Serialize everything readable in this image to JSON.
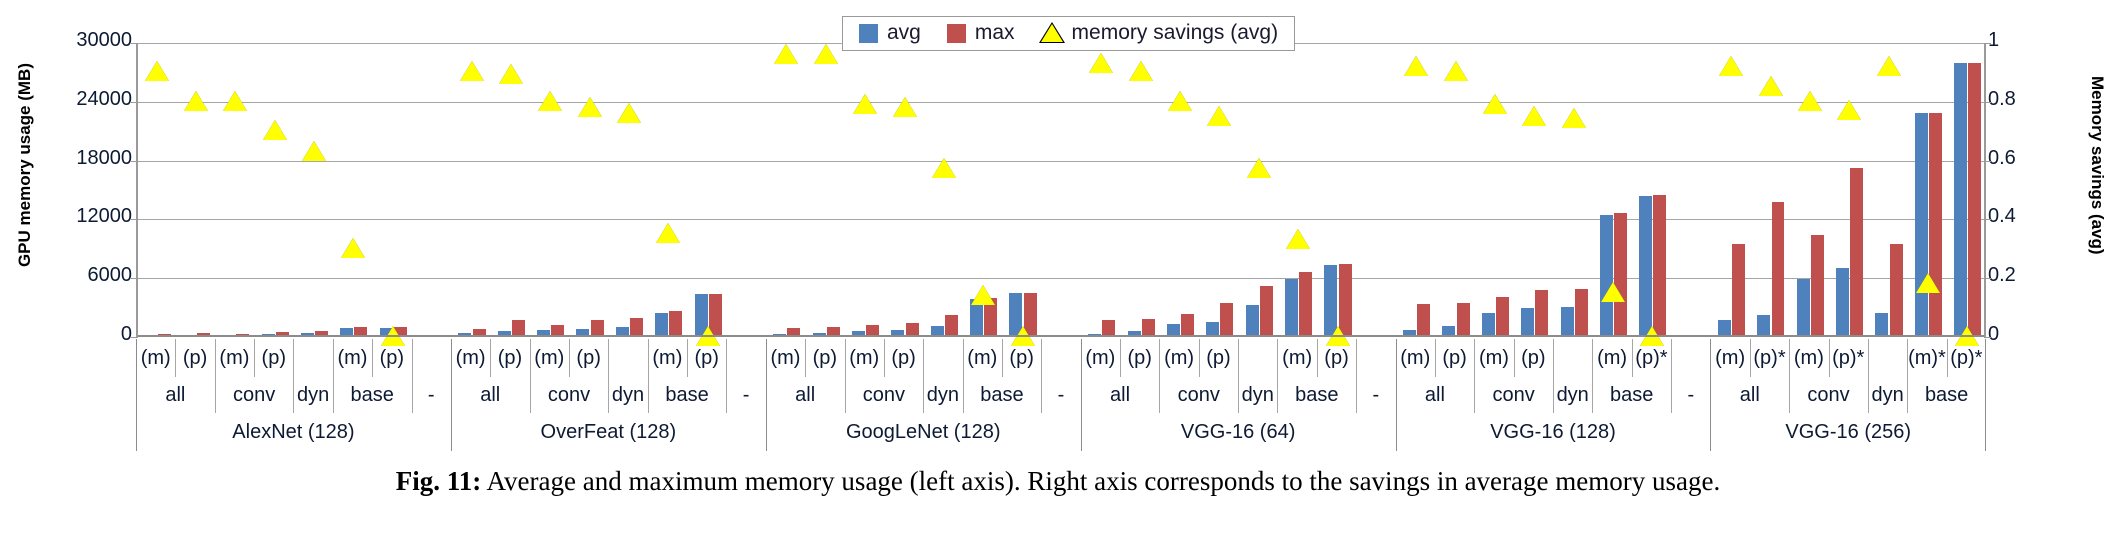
{
  "figure": {
    "caption_label": "Fig. 11:",
    "caption_text": "Average and maximum memory usage (left axis). Right axis corresponds to the savings in average memory usage."
  },
  "legend": {
    "items": [
      {
        "label": "avg",
        "icon": "blue-square",
        "color": "#4f81bd"
      },
      {
        "label": "max",
        "icon": "red-square",
        "color": "#c0504d"
      },
      {
        "label": "memory savings (avg)",
        "icon": "yellow-triangle",
        "color": "#ffff00"
      }
    ]
  },
  "chart_data": {
    "type": "bar",
    "title": "",
    "xlabel": "",
    "ylabel": "GPU memory usage (MB)",
    "y2label": "Memory savings (avg)",
    "ylim": [
      0,
      30000
    ],
    "y2lim": [
      0,
      1
    ],
    "yticks": [
      "0",
      "6000",
      "12000",
      "18000",
      "24000",
      "30000"
    ],
    "y2ticks": [
      "0",
      "0.2",
      "0.4",
      "0.6",
      "0.8",
      "1"
    ],
    "grid": true,
    "legend_position": "top-center",
    "series": [
      {
        "name": "avg",
        "color": "#4f81bd"
      },
      {
        "name": "max",
        "color": "#c0504d"
      },
      {
        "name": "memory savings (avg)",
        "color": "#ffff00",
        "axis": "right"
      }
    ],
    "network_groups": [
      {
        "name": "AlexNet (128)",
        "policies": [
          "all",
          "conv",
          "dyn",
          "base",
          "-"
        ]
      },
      {
        "name": "OverFeat (128)",
        "policies": [
          "all",
          "conv",
          "dyn",
          "base",
          "-"
        ]
      },
      {
        "name": "GoogLeNet (128)",
        "policies": [
          "all",
          "conv",
          "dyn",
          "base",
          "-"
        ]
      },
      {
        "name": "VGG-16 (64)",
        "policies": [
          "all",
          "conv",
          "dyn",
          "base",
          "-"
        ]
      },
      {
        "name": "VGG-16 (128)",
        "policies": [
          "all",
          "conv",
          "dyn",
          "base",
          "-"
        ]
      },
      {
        "name": "VGG-16 (256)",
        "policies": [
          "all",
          "conv",
          "dyn",
          "base"
        ]
      }
    ],
    "points": [
      {
        "network": "AlexNet (128)",
        "policy": "all",
        "variant": "(m)",
        "avg": 130,
        "max": 270,
        "savings": 0.9
      },
      {
        "network": "AlexNet (128)",
        "policy": "all",
        "variant": "(p)",
        "avg": 200,
        "max": 430,
        "savings": 0.8
      },
      {
        "network": "AlexNet (128)",
        "policy": "conv",
        "variant": "(m)",
        "avg": 230,
        "max": 300,
        "savings": 0.8
      },
      {
        "network": "AlexNet (128)",
        "policy": "conv",
        "variant": "(p)",
        "avg": 300,
        "max": 500,
        "savings": 0.7
      },
      {
        "network": "AlexNet (128)",
        "policy": "dyn",
        "variant": "",
        "avg": 430,
        "max": 570,
        "savings": 0.63
      },
      {
        "network": "AlexNet (128)",
        "policy": "base",
        "variant": "(m)",
        "avg": 880,
        "max": 1000,
        "savings": 0.3
      },
      {
        "network": "AlexNet (128)",
        "policy": "base",
        "variant": "(p)",
        "avg": 900,
        "max": 1020,
        "savings": 0.0
      },
      {
        "network": "OverFeat (128)",
        "policy": "all",
        "variant": "(m)",
        "avg": 380,
        "max": 830,
        "savings": 0.9
      },
      {
        "network": "OverFeat (128)",
        "policy": "all",
        "variant": "(p)",
        "avg": 600,
        "max": 1700,
        "savings": 0.89
      },
      {
        "network": "OverFeat (128)",
        "policy": "conv",
        "variant": "(m)",
        "avg": 700,
        "max": 1220,
        "savings": 0.8
      },
      {
        "network": "OverFeat (128)",
        "policy": "conv",
        "variant": "(p)",
        "avg": 850,
        "max": 1700,
        "savings": 0.78
      },
      {
        "network": "OverFeat (128)",
        "policy": "dyn",
        "variant": "",
        "avg": 1050,
        "max": 1950,
        "savings": 0.76
      },
      {
        "network": "OverFeat (128)",
        "policy": "base",
        "variant": "(m)",
        "avg": 2500,
        "max": 2700,
        "savings": 0.35
      },
      {
        "network": "OverFeat (128)",
        "policy": "base",
        "variant": "(p)",
        "avg": 4350,
        "max": 4400,
        "savings": 0.0
      },
      {
        "network": "GoogLeNet (128)",
        "policy": "all",
        "variant": "(m)",
        "avg": 300,
        "max": 900,
        "savings": 0.96
      },
      {
        "network": "GoogLeNet (128)",
        "policy": "all",
        "variant": "(p)",
        "avg": 400,
        "max": 1000,
        "savings": 0.96
      },
      {
        "network": "GoogLeNet (128)",
        "policy": "conv",
        "variant": "(m)",
        "avg": 600,
        "max": 1250,
        "savings": 0.79
      },
      {
        "network": "GoogLeNet (128)",
        "policy": "conv",
        "variant": "(p)",
        "avg": 700,
        "max": 1400,
        "savings": 0.78
      },
      {
        "network": "GoogLeNet (128)",
        "policy": "dyn",
        "variant": "",
        "avg": 1150,
        "max": 2200,
        "savings": 0.57
      },
      {
        "network": "GoogLeNet (128)",
        "policy": "base",
        "variant": "(m)",
        "avg": 3900,
        "max": 4000,
        "savings": 0.14
      },
      {
        "network": "GoogLeNet (128)",
        "policy": "base",
        "variant": "(p)",
        "avg": 4450,
        "max": 4500,
        "savings": 0.0
      },
      {
        "network": "VGG-16 (64)",
        "policy": "all",
        "variant": "(m)",
        "avg": 350,
        "max": 1700,
        "savings": 0.93
      },
      {
        "network": "VGG-16 (64)",
        "policy": "all",
        "variant": "(p)",
        "avg": 600,
        "max": 1800,
        "savings": 0.9
      },
      {
        "network": "VGG-16 (64)",
        "policy": "conv",
        "variant": "(m)",
        "avg": 1300,
        "max": 2300,
        "savings": 0.8
      },
      {
        "network": "VGG-16 (64)",
        "policy": "conv",
        "variant": "(p)",
        "avg": 1550,
        "max": 3500,
        "savings": 0.75
      },
      {
        "network": "VGG-16 (64)",
        "policy": "dyn",
        "variant": "",
        "avg": 3300,
        "max": 5200,
        "savings": 0.57
      },
      {
        "network": "VGG-16 (64)",
        "policy": "base",
        "variant": "(m)",
        "avg": 5900,
        "max": 6600,
        "savings": 0.33
      },
      {
        "network": "VGG-16 (64)",
        "policy": "base",
        "variant": "(p)",
        "avg": 7300,
        "max": 7500,
        "savings": 0.0
      },
      {
        "network": "VGG-16 (128)",
        "policy": "all",
        "variant": "(m)",
        "avg": 700,
        "max": 3400,
        "savings": 0.92
      },
      {
        "network": "VGG-16 (128)",
        "policy": "all",
        "variant": "(p)",
        "avg": 1100,
        "max": 3500,
        "savings": 0.9
      },
      {
        "network": "VGG-16 (128)",
        "policy": "conv",
        "variant": "(m)",
        "avg": 2400,
        "max": 4100,
        "savings": 0.79
      },
      {
        "network": "VGG-16 (128)",
        "policy": "conv",
        "variant": "(p)",
        "avg": 3000,
        "max": 4800,
        "savings": 0.75
      },
      {
        "network": "VGG-16 (128)",
        "policy": "dyn",
        "variant": "",
        "avg": 3100,
        "max": 4900,
        "savings": 0.74
      },
      {
        "network": "VGG-16 (128)",
        "policy": "base",
        "variant": "(m)",
        "avg": 12500,
        "max": 12700,
        "savings": 0.15
      },
      {
        "network": "VGG-16 (128)",
        "policy": "base",
        "variant": "(p)*",
        "avg": 14400,
        "max": 14500,
        "savings": 0.0
      },
      {
        "network": "VGG-16 (256)",
        "policy": "all",
        "variant": "(m)",
        "avg": 1700,
        "max": 9500,
        "savings": 0.92
      },
      {
        "network": "VGG-16 (256)",
        "policy": "all",
        "variant": "(p)*",
        "avg": 2200,
        "max": 13800,
        "savings": 0.85
      },
      {
        "network": "VGG-16 (256)",
        "policy": "conv",
        "variant": "(m)",
        "avg": 5900,
        "max": 10400,
        "savings": 0.8
      },
      {
        "network": "VGG-16 (256)",
        "policy": "conv",
        "variant": "(p)*",
        "avg": 7000,
        "max": 17200,
        "savings": 0.77
      },
      {
        "network": "VGG-16 (256)",
        "policy": "dyn",
        "variant": "",
        "avg": 2500,
        "max": 9500,
        "savings": 0.92
      },
      {
        "network": "VGG-16 (256)",
        "policy": "base",
        "variant": "(m)*",
        "avg": 22900,
        "max": 22900,
        "savings": 0.18
      },
      {
        "network": "VGG-16 (256)",
        "policy": "base",
        "variant": "(p)*",
        "avg": 28000,
        "max": 28000,
        "savings": 0.0
      }
    ]
  }
}
